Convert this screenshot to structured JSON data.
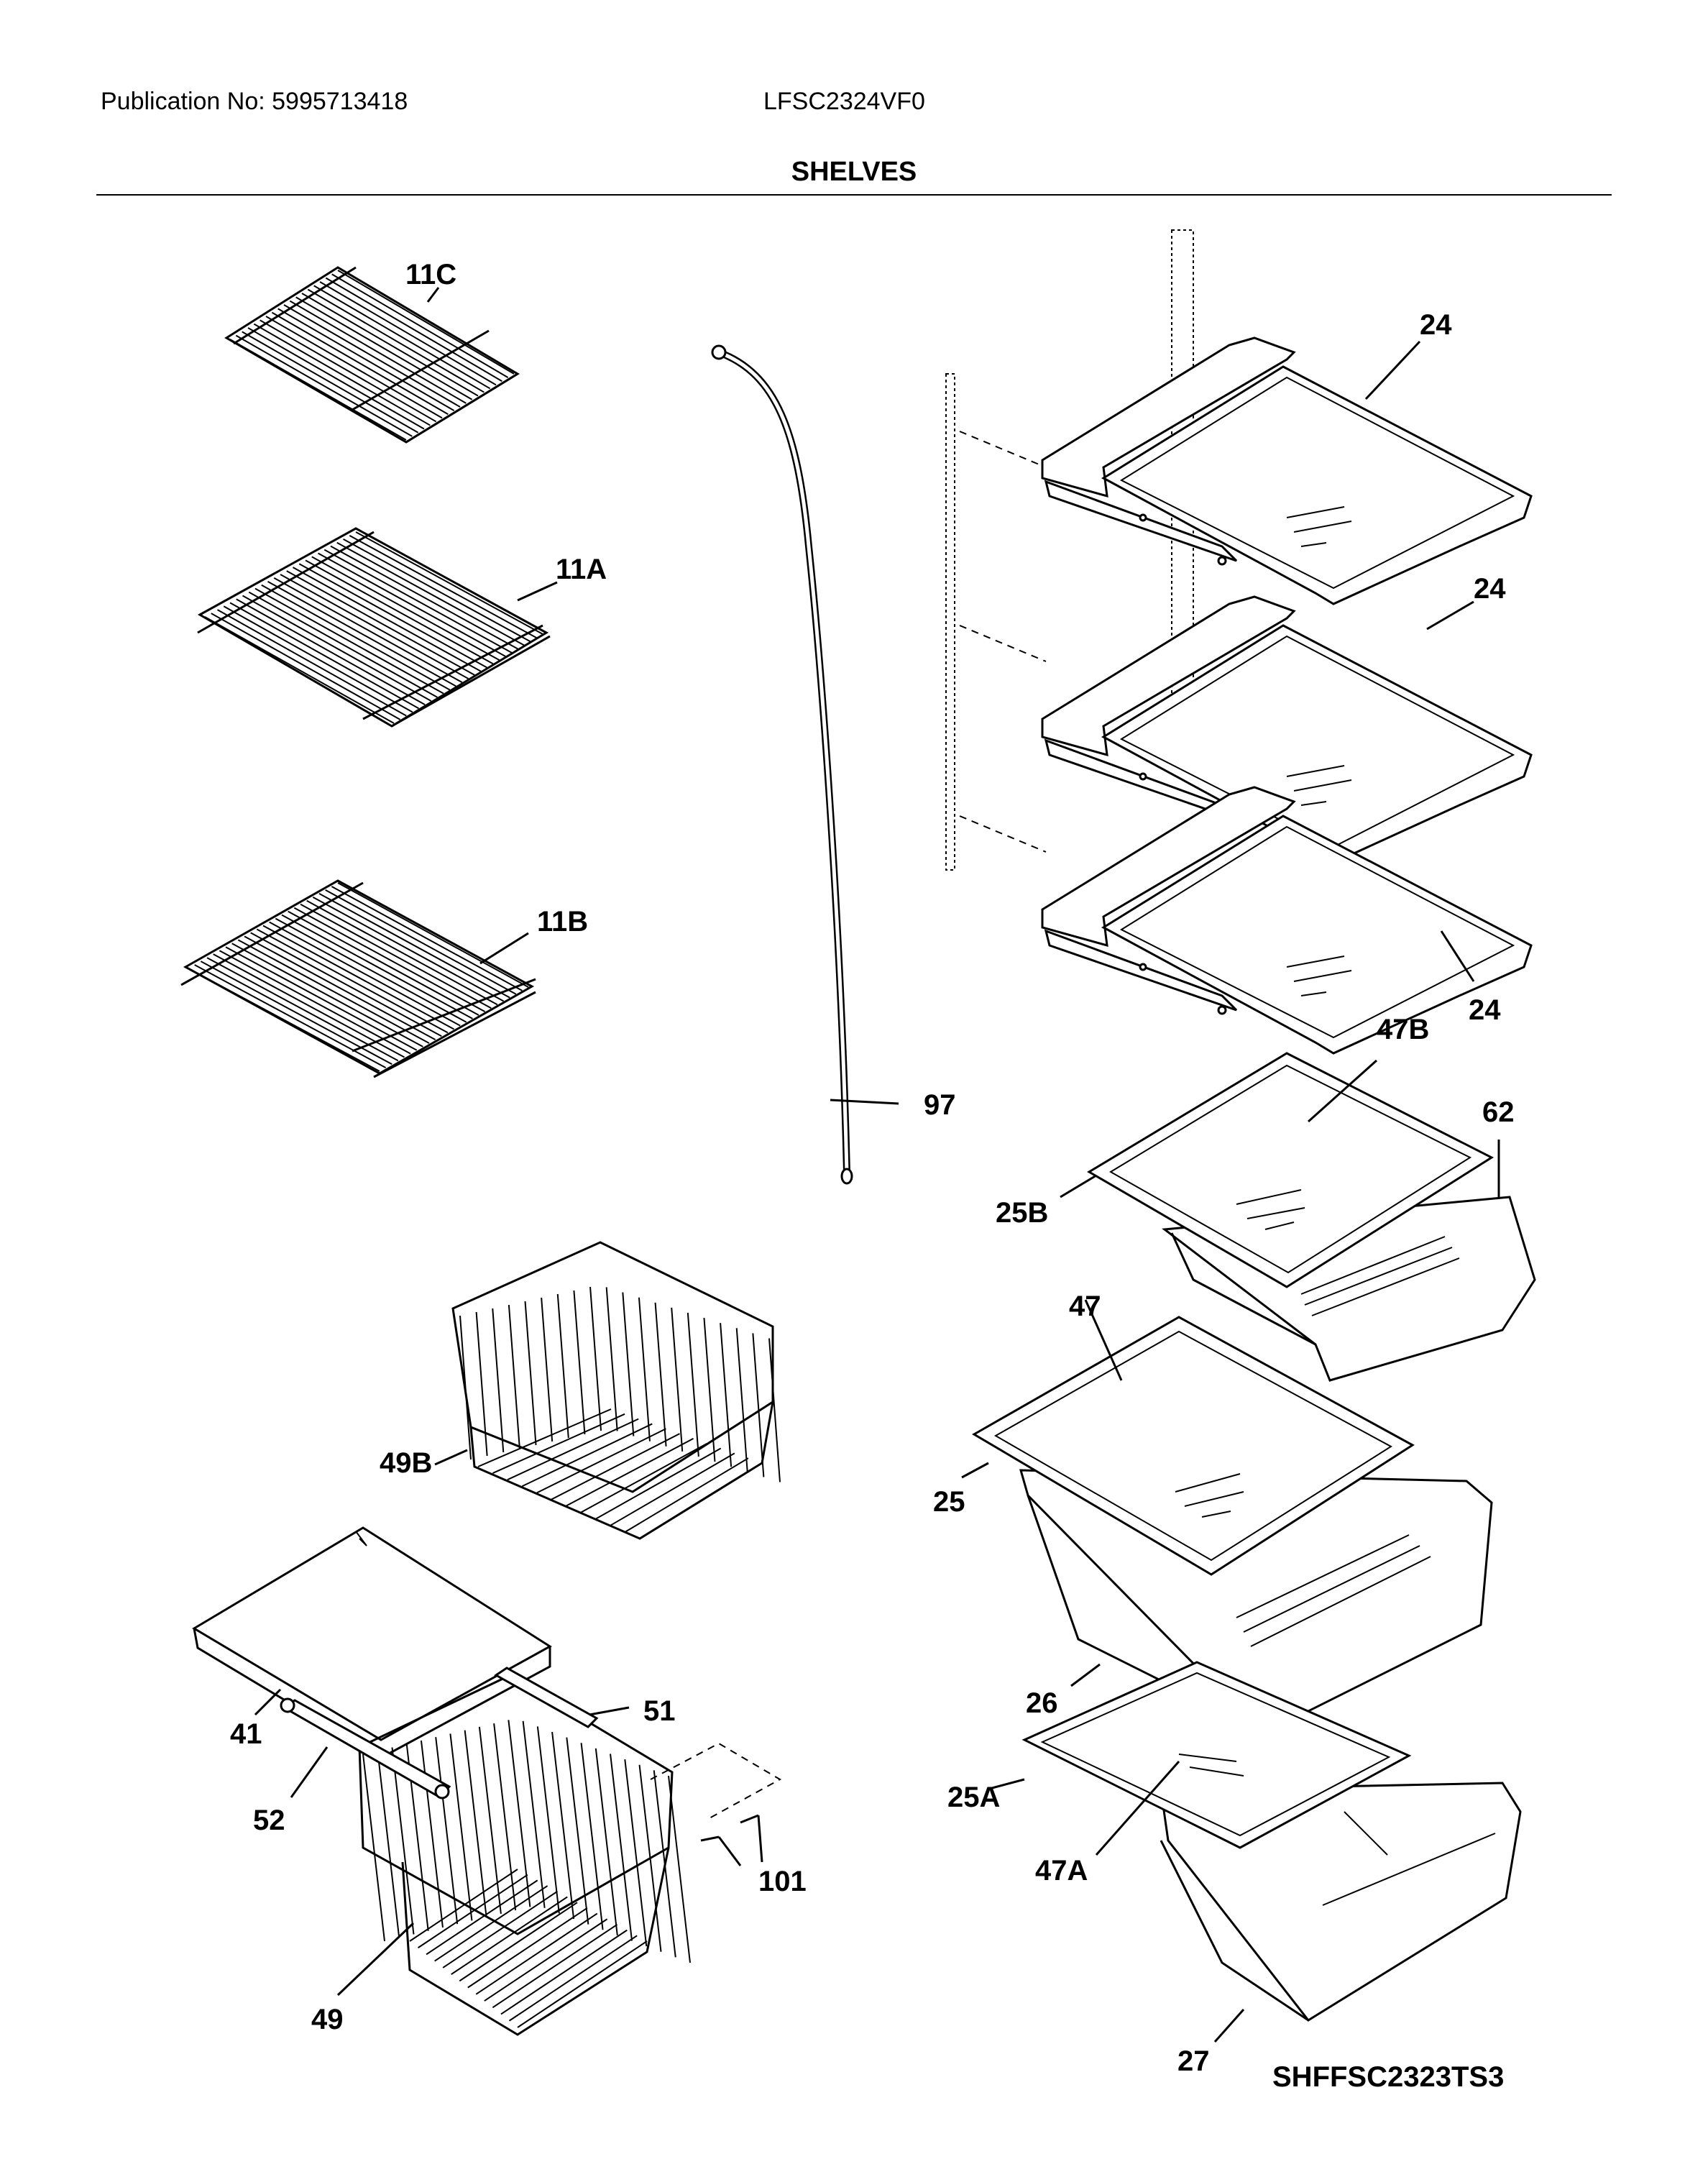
{
  "header": {
    "publication": "Publication No: 5995713418",
    "model": "LFSC2324VF0",
    "title": "SHELVES"
  },
  "labels": {
    "p11c": "11C",
    "p11a": "11A",
    "p11b": "11B",
    "p97": "97",
    "p24a": "24",
    "p24b": "24",
    "p24c": "24",
    "p47b": "47B",
    "p62": "62",
    "p25b": "25B",
    "p47": "47",
    "p25": "25",
    "p26": "26",
    "p25a": "25A",
    "p47a": "47A",
    "p27": "27",
    "p49b": "49B",
    "p41": "41",
    "p51": "51",
    "p52": "52",
    "p101": "101",
    "p49": "49"
  },
  "diagram_code": "SHFFSC2323TS3"
}
